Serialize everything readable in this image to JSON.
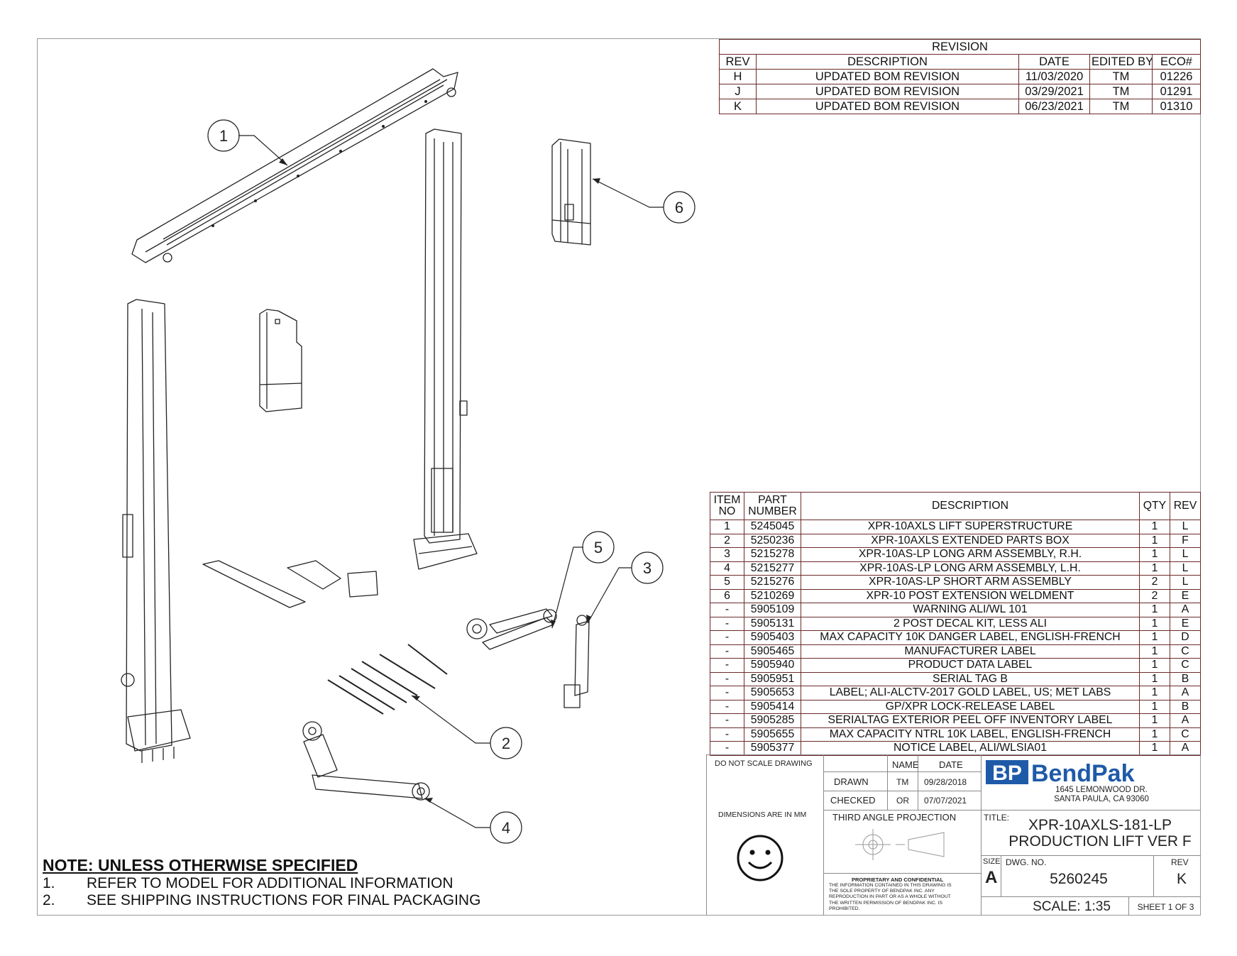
{
  "revision": {
    "title": "REVISION",
    "headers": [
      "REV",
      "DESCRIPTION",
      "DATE",
      "EDITED BY",
      "ECO#"
    ],
    "rows": [
      [
        "H",
        "UPDATED BOM REVISION",
        "11/03/2020",
        "TM",
        "01226"
      ],
      [
        "J",
        "UPDATED BOM REVISION",
        "03/29/2021",
        "TM",
        "01291"
      ],
      [
        "K",
        "UPDATED BOM REVISION",
        "06/23/2021",
        "TM",
        "01310"
      ]
    ]
  },
  "bom": {
    "headers": [
      "ITEM NO",
      "PART NUMBER",
      "DESCRIPTION",
      "QTY",
      "REV"
    ],
    "rows": [
      [
        "1",
        "5245045",
        "XPR-10AXLS LIFT SUPERSTRUCTURE",
        "1",
        "L"
      ],
      [
        "2",
        "5250236",
        "XPR-10AXLS EXTENDED PARTS BOX",
        "1",
        "F"
      ],
      [
        "3",
        "5215278",
        "XPR-10AS-LP LONG ARM ASSEMBLY, R.H.",
        "1",
        "L"
      ],
      [
        "4",
        "5215277",
        "XPR-10AS-LP LONG ARM ASSEMBLY, L.H.",
        "1",
        "L"
      ],
      [
        "5",
        "5215276",
        "XPR-10AS-LP SHORT ARM ASSEMBLY",
        "2",
        "L"
      ],
      [
        "6",
        "5210269",
        "XPR-10 POST EXTENSION WELDMENT",
        "2",
        "E"
      ],
      [
        "-",
        "5905109",
        "WARNING ALI/WL 101",
        "1",
        "A"
      ],
      [
        "-",
        "5905131",
        "2 POST DECAL KIT, LESS ALI",
        "1",
        "E"
      ],
      [
        "-",
        "5905403",
        "MAX CAPACITY 10K DANGER LABEL, ENGLISH-FRENCH",
        "1",
        "D"
      ],
      [
        "-",
        "5905465",
        "MANUFACTURER LABEL",
        "1",
        "C"
      ],
      [
        "-",
        "5905940",
        "PRODUCT DATA LABEL",
        "1",
        "C"
      ],
      [
        "-",
        "5905951",
        "SERIAL TAG B",
        "1",
        "B"
      ],
      [
        "-",
        "5905653",
        "LABEL; ALI-ALCTV-2017 GOLD LABEL, US;  MET LABS",
        "1",
        "A"
      ],
      [
        "-",
        "5905414",
        "GP/XPR LOCK-RELEASE LABEL",
        "1",
        "B"
      ],
      [
        "-",
        "5905285",
        "SERIALTAG EXTERIOR PEEL OFF INVENTORY LABEL",
        "1",
        "A"
      ],
      [
        "-",
        "5905655",
        "MAX CAPACITY NTRL 10K LABEL, ENGLISH-FRENCH",
        "1",
        "C"
      ],
      [
        "-",
        "5905377",
        "NOTICE LABEL, ALI/WLSIA01",
        "1",
        "A"
      ]
    ]
  },
  "title_block": {
    "do_not_scale": "DO NOT SCALE DRAWING",
    "name_header": "NAME",
    "date_header": "DATE",
    "drawn_label": "DRAWN",
    "drawn_name": "TM",
    "drawn_date": "09/28/2018",
    "checked_label": "CHECKED",
    "checked_name": "OR",
    "checked_date": "07/07/2021",
    "dimensions": "DIMENSIONS ARE IN MM",
    "projection": "THIRD ANGLE PROJECTION",
    "company_logo": "BendPak",
    "address1": "1645 LEMONWOOD DR.",
    "address2": "SANTA PAULA, CA 93060",
    "title_label": "TITLE:",
    "title1": "XPR-10AXLS-181-LP",
    "title2": "PRODUCTION LIFT VER F",
    "size_label": "SIZE",
    "size": "A",
    "dwg_label": "DWG.  NO.",
    "dwg_no": "5260245",
    "rev_label": "REV",
    "rev": "K",
    "scale": "SCALE: 1:35",
    "sheet": "SHEET 1 OF 3",
    "proprietary_title": "PROPRIETARY AND CONFIDENTIAL",
    "proprietary_lines": [
      "THE INFORMATION CONTAINED IN THIS DRAWING IS",
      "THE SOLE PROPERTY OF BENDPAK INC. ANY",
      "REPRODUCTION IN PART OR AS A WHOLE WITHOUT",
      "THE WRITTEN PERMISSION OF BENDPAK INC. IS",
      "PROHIBITED."
    ]
  },
  "notes": {
    "heading": "NOTE: UNLESS OTHERWISE SPECIFIED",
    "items": [
      {
        "num": "1.",
        "text": "REFER TO MODEL FOR ADDITIONAL INFORMATION"
      },
      {
        "num": "2.",
        "text": "SEE SHIPPING INSTRUCTIONS FOR FINAL PACKAGING"
      }
    ]
  },
  "balloons": [
    "1",
    "2",
    "3",
    "4",
    "5",
    "6"
  ],
  "colors": {
    "table_border": "#6b2a2a",
    "logo_blue": "#1e5aa8",
    "line": "#222222"
  }
}
